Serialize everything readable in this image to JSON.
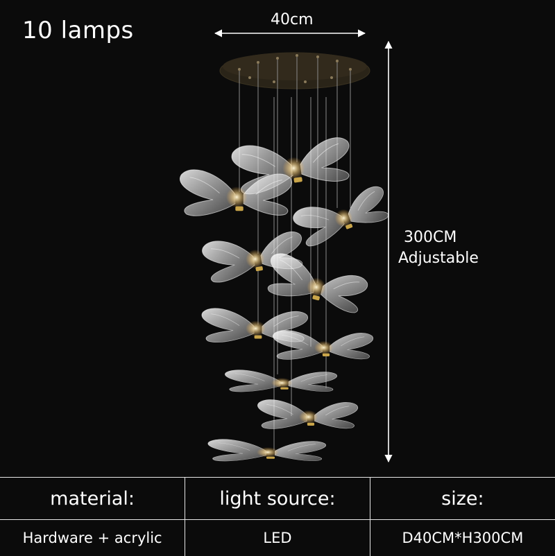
{
  "title": "10 lamps",
  "dimensions": {
    "width_label": "40cm",
    "height_label_line1": "300CM",
    "height_label_line2": "Adjustable"
  },
  "specs": {
    "headers": [
      "material:",
      "light source:",
      "size:"
    ],
    "values": [
      "Hardware + acrylic",
      "LED",
      "D40CM*H300CM"
    ]
  },
  "colors": {
    "background": "#0b0b0b",
    "canopy": "#2a2418",
    "glow": "#ffd98a",
    "body_gold": "#c9a54a"
  }
}
